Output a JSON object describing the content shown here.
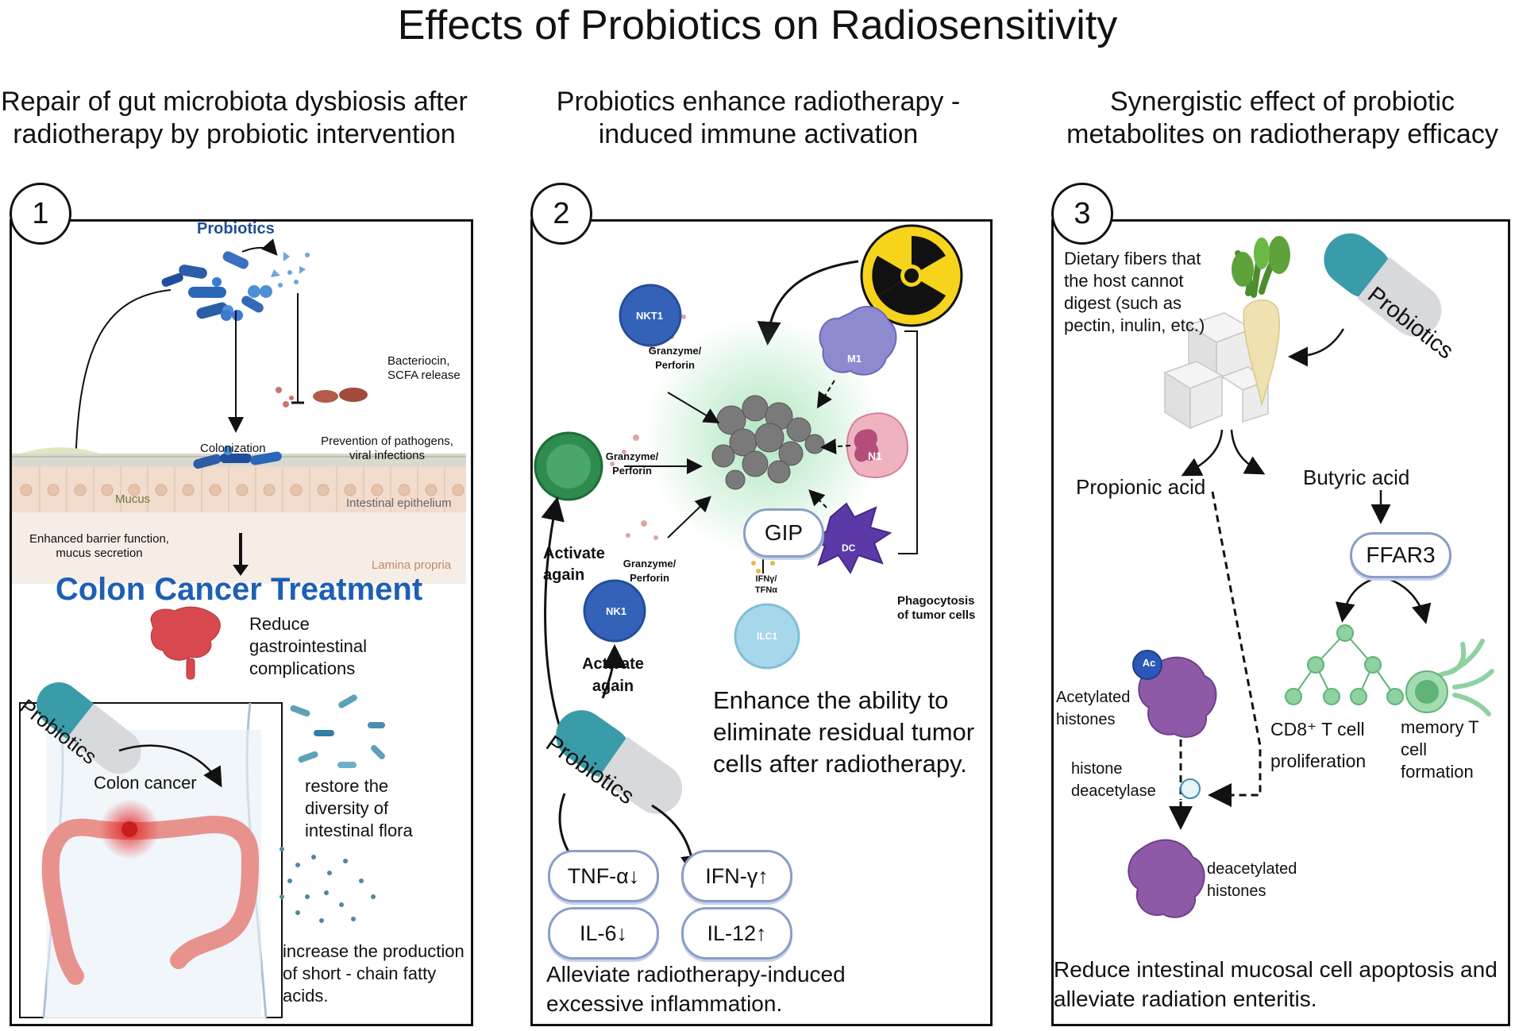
{
  "title": "Effects of Probiotics on Radiosensitivity",
  "panel1": {
    "number": "1",
    "heading": "Repair of gut microbiota dysbiosis after radiotherapy by probiotic intervention",
    "probiotics": "Probiotics",
    "bacteriocin": "Bacteriocin, SCFA release",
    "colonization": "Colonization",
    "prevention": "Prevention of pathogens, viral infections",
    "mucus": "Mucus",
    "epithelium": "Intestinal epithelium",
    "barrier": "Enhanced barrier function, mucus secretion",
    "lamina": "Lamina propria",
    "treatment": "Colon Cancer Treatment",
    "reduce": "Reduce gastrointestinal complications",
    "capsule": "Probiotics",
    "colon_cancer": "Colon cancer",
    "restore": "restore the diversity of intestinal flora",
    "increase": "increase the production of short - chain fatty acids."
  },
  "panel2": {
    "number": "2",
    "heading": "Probiotics enhance radiotherapy - induced immune activation",
    "nkt1": "NKT1",
    "granzyme1": "Granzyme/ Perforin",
    "m1": "M1",
    "granzyme2": "Granzyme/ Perforin",
    "n1": "N1",
    "gip": "GIP",
    "dc": "DC",
    "activate1": "Activate again",
    "granzyme3": "Granzyme/ Perforin",
    "ifn_tfn": "IFNγ/ TFNα",
    "nk1": "NK1",
    "ilc1": "ILC1",
    "phagocytosis": "Phagocytosis of tumor cells",
    "activate2": "Activate again",
    "enhance": "Enhance the ability to eliminate residual tumor cells after radiotherapy.",
    "capsule": "Probiotics",
    "tnf": "TNF-α↓",
    "ifng": "IFN-γ↑",
    "il6": "IL-6↓",
    "il12": "IL-12↑",
    "alleviate": "Alleviate radiotherapy-induced excessive inflammation."
  },
  "panel3": {
    "number": "3",
    "heading": "Synergistic effect of probiotic metabolites on radiotherapy efficacy",
    "fibers": "Dietary fibers that the host cannot digest (such as pectin, inulin, etc.)",
    "capsule": "Probiotics",
    "propionic": "Propionic acid",
    "butyric": "Butyric acid",
    "ffar3": "FFAR3",
    "ac": "Ac",
    "acetylated": "Acetylated histones",
    "deacetylase": "histone deacetylase",
    "cd8": "CD8⁺ T cell proliferation",
    "memory": "memory T cell formation",
    "deacetylated": "deacetylated histones",
    "reduce": "Reduce intestinal mucosal cell apoptosis and alleviate radiation enteritis."
  },
  "colors": {
    "border": "#111111",
    "probiotic_blue": "#1f4e9a",
    "treatment_blue": "#1d5fb4",
    "teal_capsule": "#3a9ca8",
    "pill_border": "#8a9ec8"
  }
}
